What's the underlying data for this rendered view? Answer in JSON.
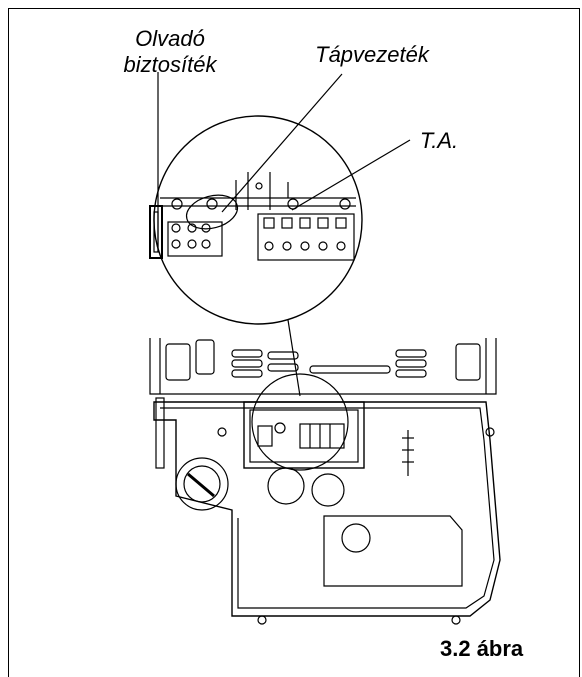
{
  "labels": {
    "fuse": [
      "Olvadó",
      "biztosíték"
    ],
    "power_cord": "Tápvezeték",
    "ta": "T.A."
  },
  "caption": "3.2 ábra",
  "colors": {
    "stroke": "#000000",
    "background": "#ffffff"
  }
}
